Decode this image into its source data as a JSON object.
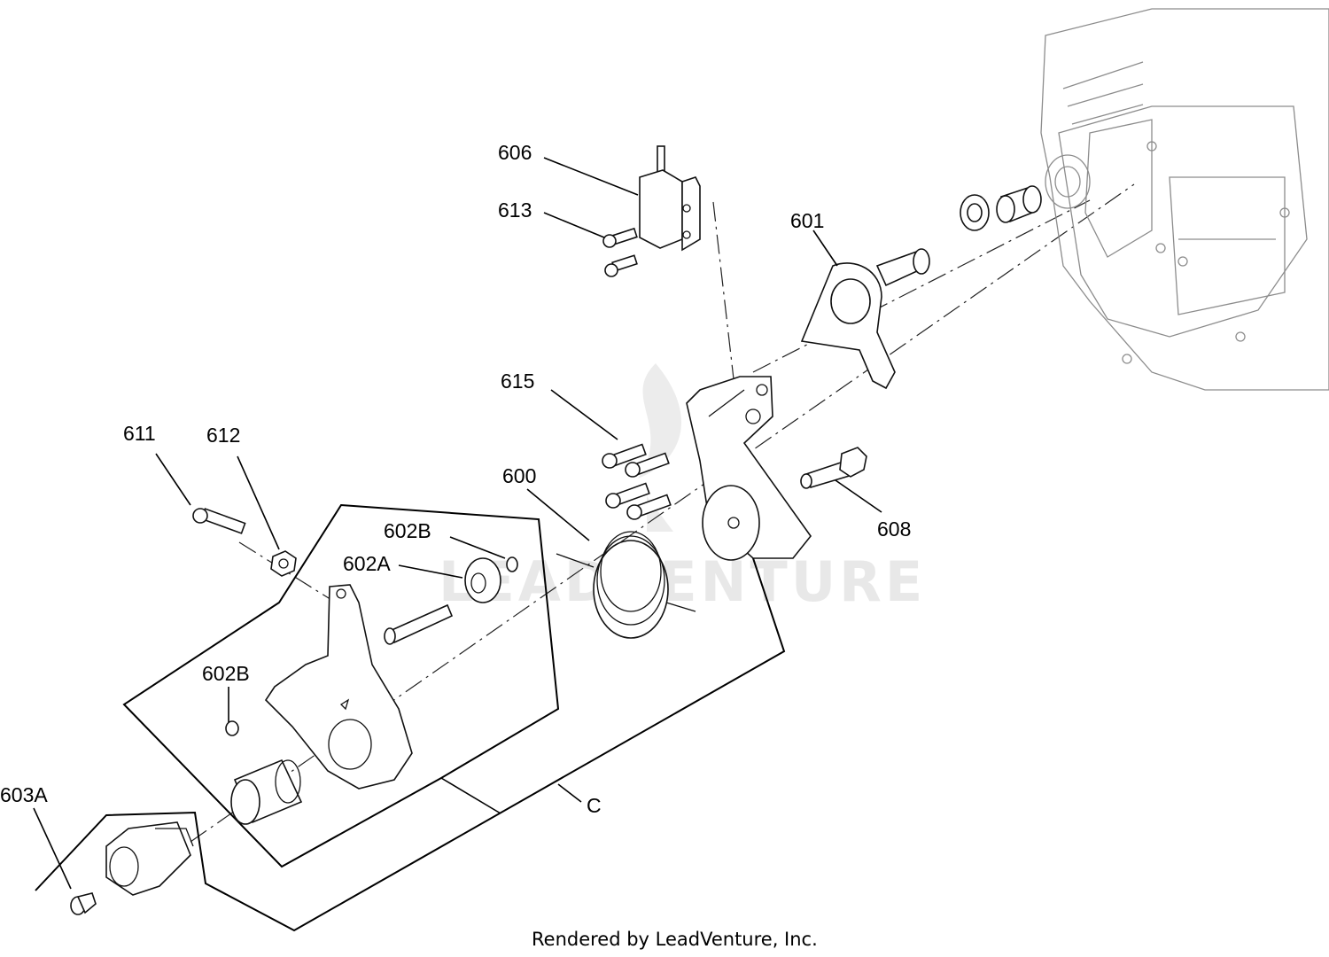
{
  "callouts": {
    "c606": "606",
    "c613": "613",
    "c601": "601",
    "c615": "615",
    "c611": "611",
    "c612": "612",
    "c600": "600",
    "c608": "608",
    "c602B_top": "602B",
    "c602A": "602A",
    "c602B_bottom": "602B",
    "c603A": "603A",
    "cC": "C"
  },
  "watermark": "LEADVENTURE",
  "footer": "Rendered by LeadVenture, Inc."
}
